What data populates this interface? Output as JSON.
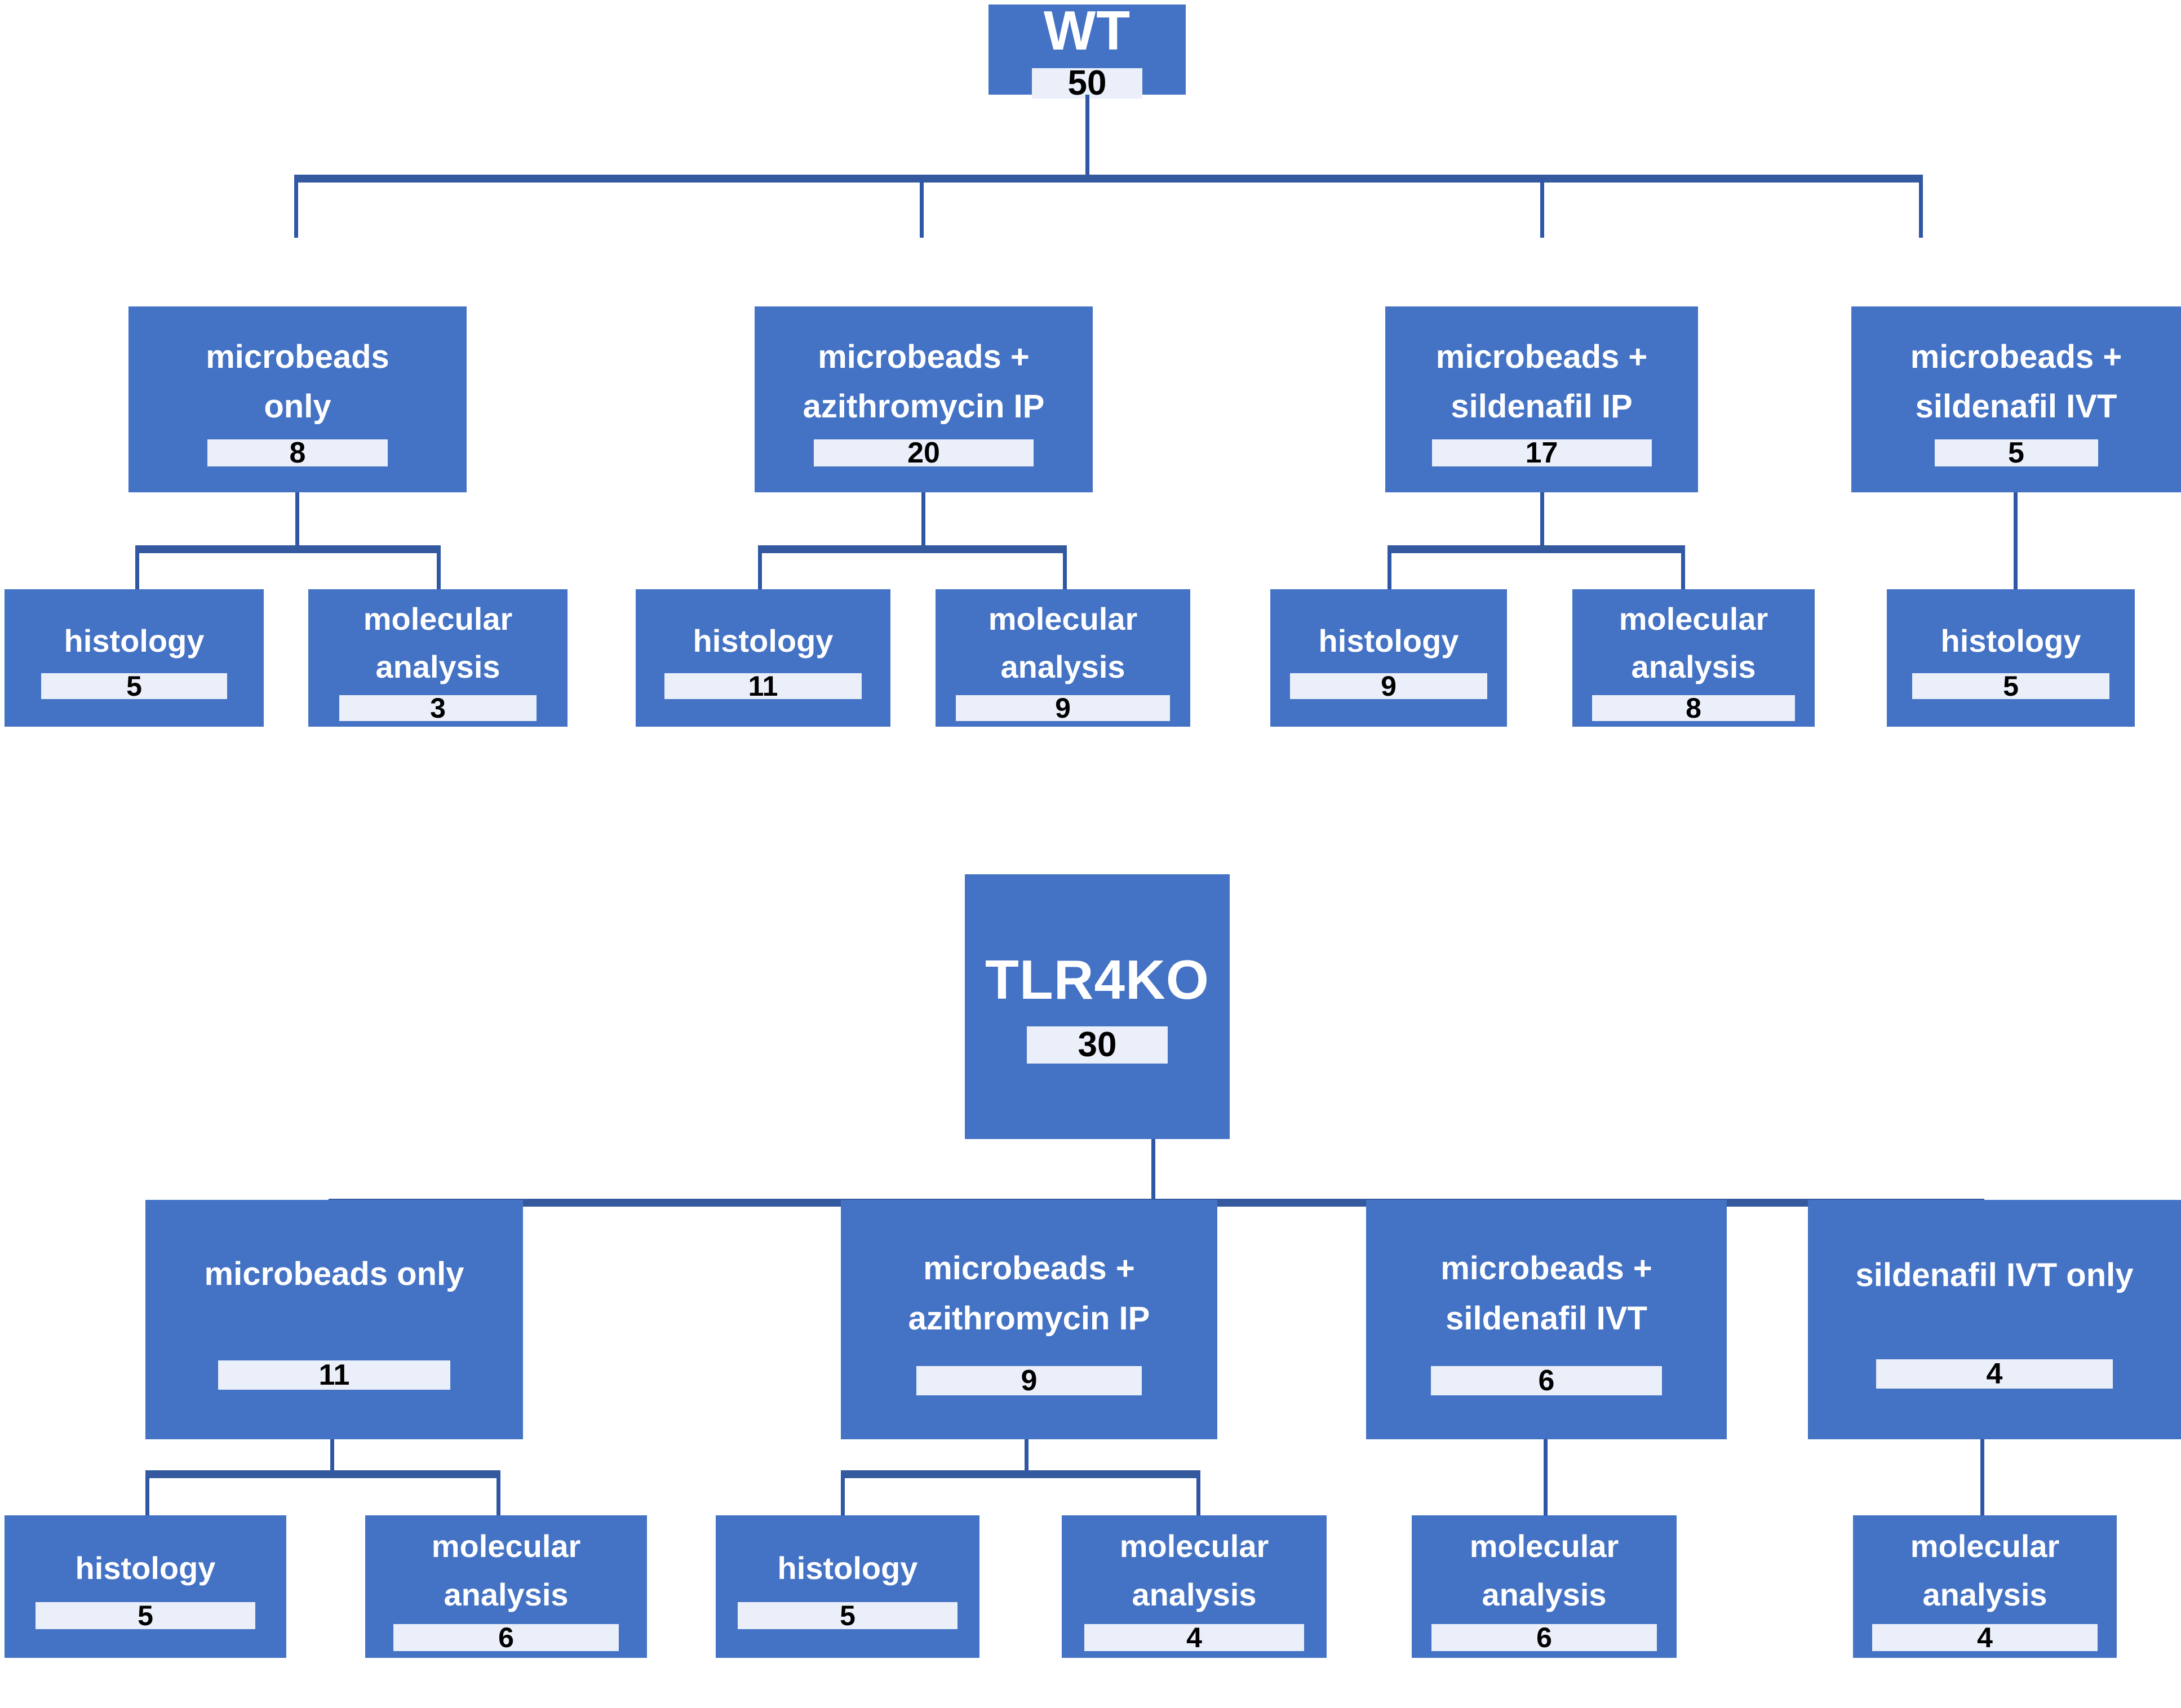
{
  "diagram": {
    "type": "flowchart",
    "orientation": "top-down",
    "accent_color": "#4472C4",
    "count_box_color": "#EAEFF9",
    "connector_color": "#2F57A5",
    "text_color": "#FFFFFF",
    "count_text_color": "#000000"
  },
  "trees": [
    {
      "id": "wt",
      "root": {
        "label": "WT",
        "count": "50"
      },
      "level2": [
        {
          "label": "microbeads\nonly",
          "count": "8"
        },
        {
          "label": "microbeads +\nazithromycin IP",
          "count": "20"
        },
        {
          "label": "microbeads +\nsildenafil IP",
          "count": "17"
        },
        {
          "label": "microbeads +\nsildenafil IVT",
          "count": "5"
        }
      ],
      "level3": [
        {
          "label": "histology",
          "count": "5",
          "parent": 0
        },
        {
          "label": "molecular\nanalysis",
          "count": "3",
          "parent": 0
        },
        {
          "label": "histology",
          "count": "11",
          "parent": 1
        },
        {
          "label": "molecular\nanalysis",
          "count": "9",
          "parent": 1
        },
        {
          "label": "histology",
          "count": "9",
          "parent": 2
        },
        {
          "label": "molecular\nanalysis",
          "count": "8",
          "parent": 2
        },
        {
          "label": "histology",
          "count": "5",
          "parent": 3
        }
      ]
    },
    {
      "id": "tlr4ko",
      "root": {
        "label": "TLR4KO",
        "count": "30"
      },
      "level2": [
        {
          "label": "microbeads only",
          "count": "11"
        },
        {
          "label": "microbeads +\nazithromycin IP",
          "count": "9"
        },
        {
          "label": "microbeads +\nsildenafil IVT",
          "count": "6"
        },
        {
          "label": "sildenafil IVT only",
          "count": "4"
        }
      ],
      "level3": [
        {
          "label": "histology",
          "count": "5",
          "parent": 0
        },
        {
          "label": "molecular\nanalysis",
          "count": "6",
          "parent": 0
        },
        {
          "label": "histology",
          "count": "5",
          "parent": 1
        },
        {
          "label": "molecular\nanalysis",
          "count": "4",
          "parent": 1
        },
        {
          "label": "molecular\nanalysis",
          "count": "6",
          "parent": 2
        },
        {
          "label": "molecular\nanalysis",
          "count": "4",
          "parent": 3
        }
      ]
    }
  ]
}
